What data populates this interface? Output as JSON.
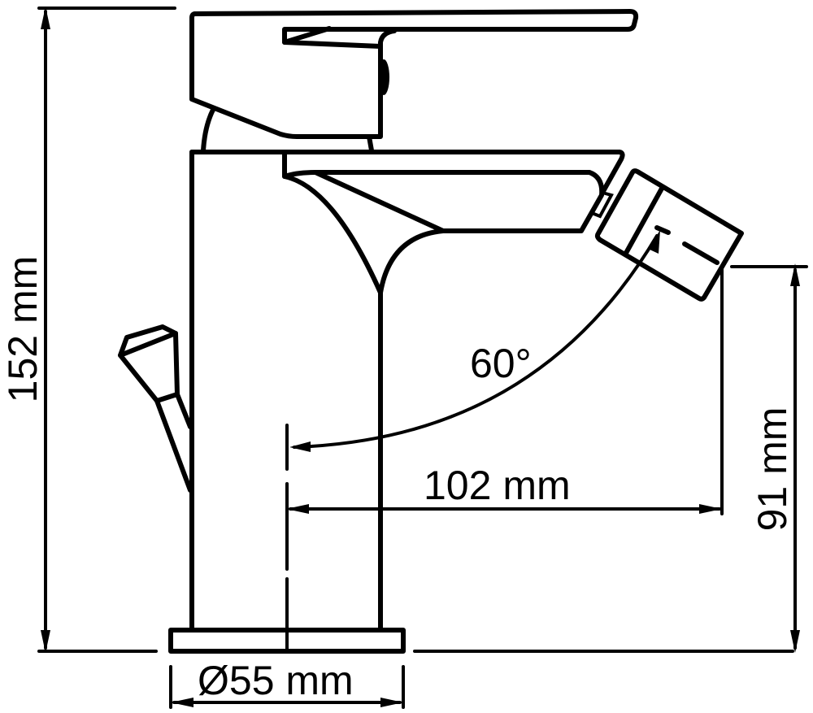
{
  "drawing": {
    "subject": "bidet mixer faucet side elevation",
    "line_color": "#000000",
    "background": "#ffffff"
  },
  "dimensions": {
    "total_height": "152 mm",
    "base_diameter": "Ø55 mm",
    "spout_reach": "102 mm",
    "spout_height": "91 mm",
    "aerator_swivel_angle": "60°"
  }
}
